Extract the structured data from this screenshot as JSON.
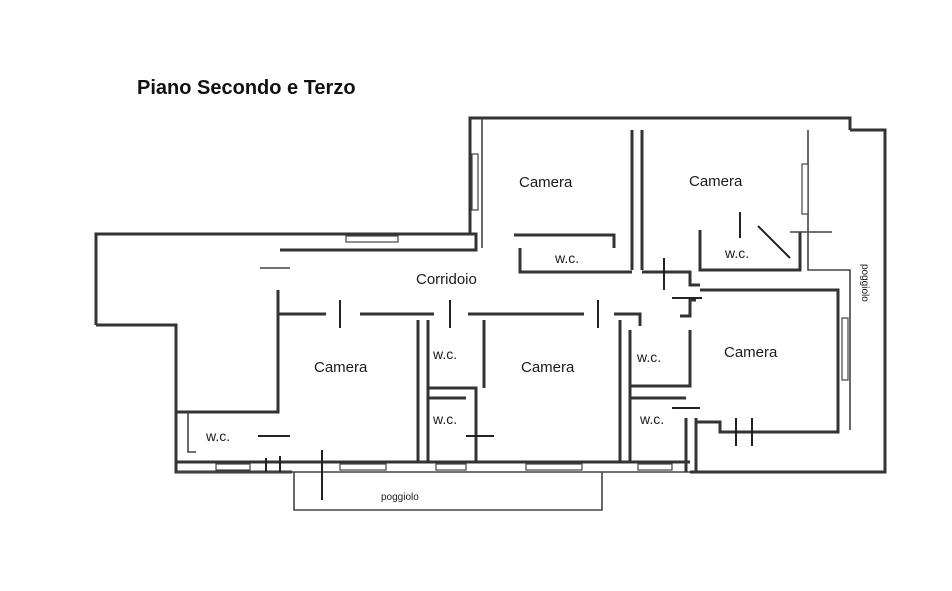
{
  "title": "Piano Secondo e Terzo",
  "labels": {
    "camera": "Camera",
    "wc": "w.c.",
    "corridoio": "Corridoio",
    "poggiolo": "poggiolo"
  }
}
